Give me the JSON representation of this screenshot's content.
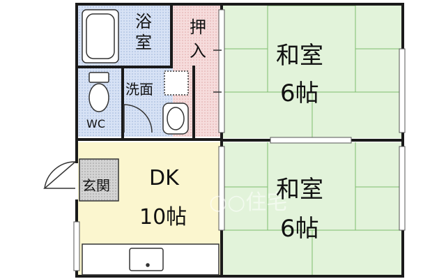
{
  "rooms": {
    "bath": "浴\n室",
    "closet": "押\n入",
    "washroom": "洗面",
    "wc": "WC",
    "entrance": "玄関",
    "dk": {
      "name": "DK",
      "size": "10帖"
    },
    "washitsu_top": {
      "name": "和室",
      "size": "6帖"
    },
    "washitsu_bottom": {
      "name": "和室",
      "size": "6帖"
    }
  },
  "colors": {
    "tatami": "#e2f3da",
    "tatami_lines": "#7dbd6e",
    "wet_area": "#d7e2f5",
    "closet": "#f6dcdc",
    "dk_floor": "#fbf6cf",
    "entrance": "#d4d4d4",
    "wall": "#1a1a1a"
  },
  "watermark": "○○住宅"
}
